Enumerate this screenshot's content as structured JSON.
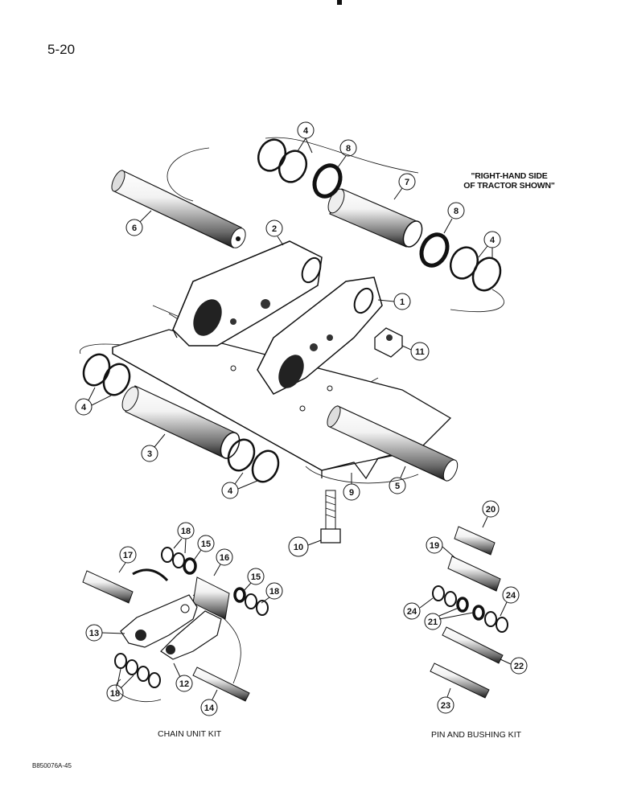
{
  "page": {
    "number": "5-20",
    "figure_code": "B850076A-45"
  },
  "note": {
    "line1": "\"RIGHT-HAND SIDE",
    "line2": "OF TRACTOR SHOWN\""
  },
  "kits": {
    "chain_unit": "CHAIN UNIT KIT",
    "pin_bushing": "PIN AND BUSHING KIT"
  },
  "callouts": {
    "c1": "1",
    "c2": "2",
    "c3": "3",
    "c4a": "4",
    "c4b": "4",
    "c4c": "4",
    "c4d": "4",
    "c5": "5",
    "c6": "6",
    "c7": "7",
    "c8a": "8",
    "c8b": "8",
    "c9": "9",
    "c10": "10",
    "c11": "11",
    "c12": "12",
    "c13": "13",
    "c14": "14",
    "c15a": "15",
    "c15b": "15",
    "c16": "16",
    "c17": "17",
    "c18a": "18",
    "c18b": "18",
    "c18c": "18",
    "c19": "19",
    "c20": "20",
    "c21": "21",
    "c22": "22",
    "c23": "23",
    "c24a": "24",
    "c24b": "24"
  }
}
